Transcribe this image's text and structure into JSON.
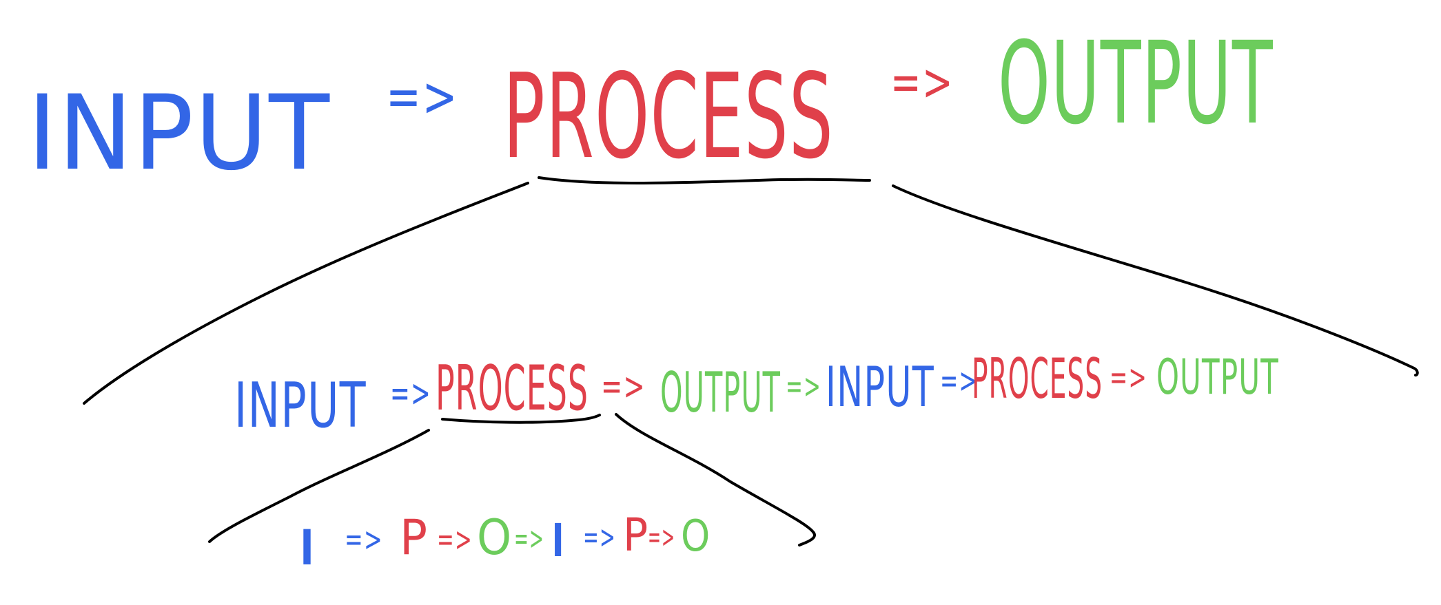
{
  "colors": {
    "input": "#3366e6",
    "process": "#e0404a",
    "output": "#6ccc5c",
    "brace": "#000000"
  },
  "top": {
    "input": "INPUT",
    "arrow1": "=>",
    "process": "PROCESS",
    "arrow2": "=>",
    "output": "OUTPUT"
  },
  "middle": {
    "input1": "INPUT",
    "arrow1": "=>",
    "process1": "PROCESS",
    "arrow2": "=>",
    "output1": "OUTPUT",
    "arrow3": "=>",
    "input2": "INPUT",
    "arrow4": "=>",
    "process2": "PROCESS",
    "arrow5": "=>",
    "output2": "OUTPUT"
  },
  "bottom": {
    "i1": "I",
    "arrow1": "=>",
    "p1": "P",
    "arrow2": "=>",
    "o1": "O",
    "arrow3": "=>",
    "i2": "I",
    "arrow4": "=>",
    "p2": "P",
    "arrow5": "=>",
    "o2": "O"
  }
}
